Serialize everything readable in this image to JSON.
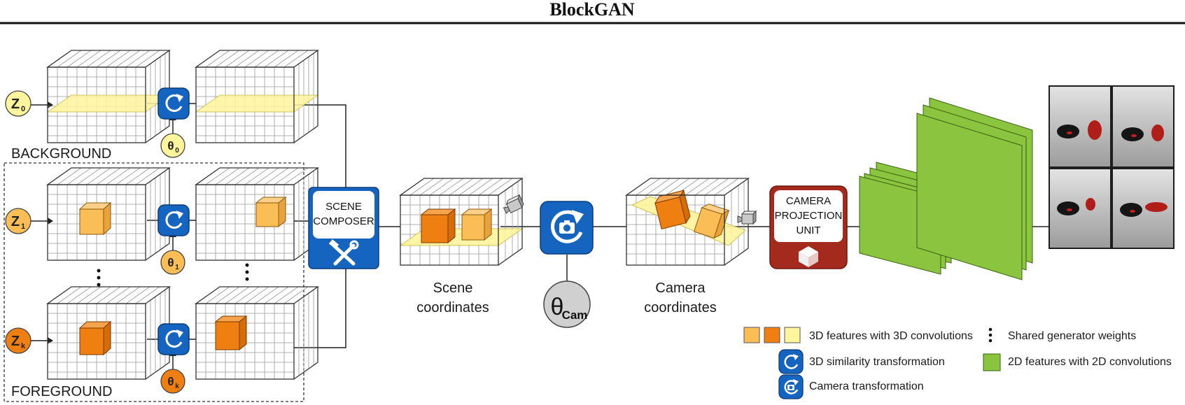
{
  "title": "BlockGAN",
  "labels": {
    "background": "BACKGROUND",
    "foreground": "FOREGROUND",
    "scene_composer_line1": "SCENE",
    "scene_composer_line2": "COMPOSER",
    "camera_proj_line1": "CAMERA",
    "camera_proj_line2": "PROJECTION",
    "camera_proj_line3": "UNIT",
    "scene_coords_line1": "Scene",
    "scene_coords_line2": "coordinates",
    "camera_coords_line1": "Camera",
    "camera_coords_line2": "coordinates"
  },
  "inputs": {
    "z0": {
      "letter": "Z",
      "sub": "0"
    },
    "z1": {
      "letter": "Z",
      "sub": "1"
    },
    "zk": {
      "letter": "Z",
      "sub": "k"
    },
    "th0": {
      "letter": "θ",
      "sub": "0"
    },
    "th1": {
      "letter": "θ",
      "sub": "1"
    },
    "thk": {
      "letter": "θ",
      "sub": "k"
    },
    "thcam": {
      "letter": "θ",
      "sub": "Cam"
    }
  },
  "legend": {
    "features_3d": "3D features with 3D convolutions",
    "shared_weights": "Shared generator weights",
    "similarity": "3D similarity transformation",
    "features_2d": "2D features with 2D convolutions",
    "camera_transform": "Camera transformation"
  },
  "colors": {
    "light_yellow": "#FFF59D",
    "light_orange": "#FBBD55",
    "dark_orange": "#F07F12",
    "blue": "#1565C0",
    "red": "#A52A1E",
    "green": "#8BC540",
    "grey": "#D0D0D0"
  },
  "icons": [
    "rotation-icon",
    "camera-rotation-icon",
    "tools-icon",
    "cube-icon",
    "camera-icon"
  ]
}
